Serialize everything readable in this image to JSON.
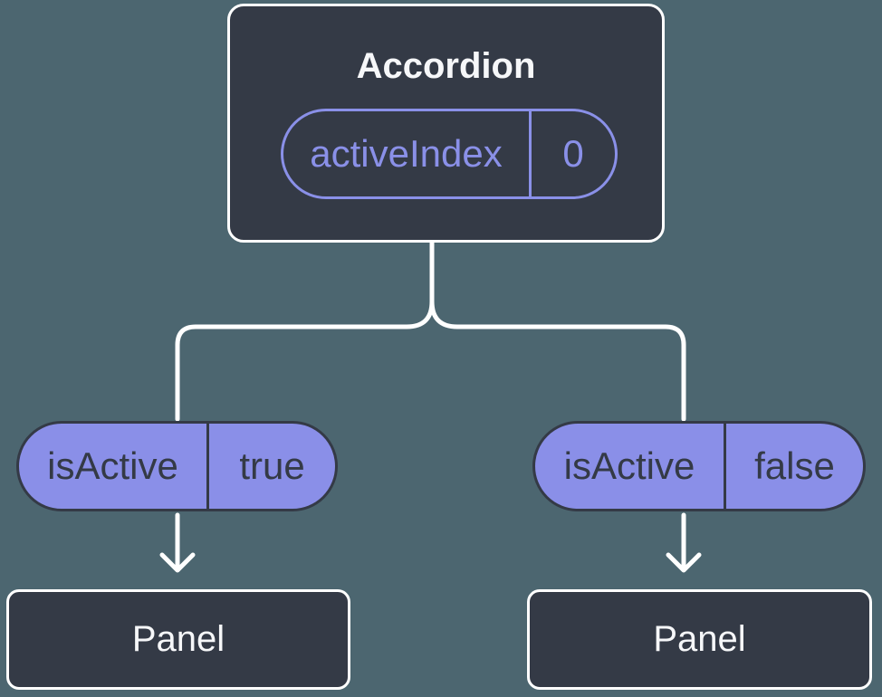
{
  "colors": {
    "background": "#4C6670",
    "node-bg": "#343A46",
    "node-border": "#FFFFFF",
    "node-text": "#F6F7F9",
    "pill-fill": "#8A8FE8",
    "pill-outline": "#8A90E8",
    "pill-dark-text": "#343A46",
    "connector": "#FFFFFF"
  },
  "tree": {
    "root": {
      "title": "Accordion",
      "state": {
        "label": "activeIndex",
        "value": "0"
      }
    },
    "branches": [
      {
        "prop_label": "isActive",
        "prop_value": "true",
        "node_title": "Panel"
      },
      {
        "prop_label": "isActive",
        "prop_value": "false",
        "node_title": "Panel"
      }
    ]
  }
}
